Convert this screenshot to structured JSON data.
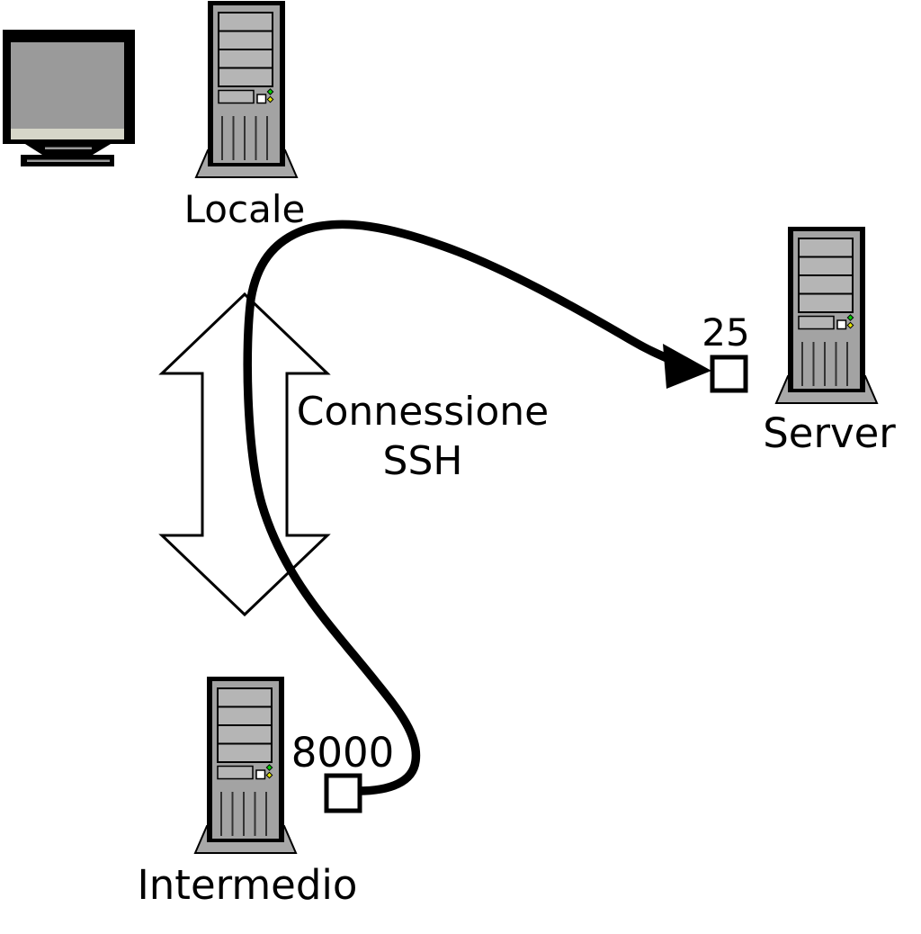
{
  "diagram": {
    "nodes": {
      "local": {
        "label": "Locale"
      },
      "server": {
        "label": "Server",
        "port": "25"
      },
      "intermediate": {
        "label": "Intermedio",
        "port": "8000"
      }
    },
    "connection": {
      "line1": "Connessione",
      "line2": "SSH"
    },
    "colors": {
      "outline": "#000000",
      "tower_body": "#a3a3a3",
      "tower_bay": "#b5b5b5",
      "tower_base": "#a8a8a8",
      "monitor_screen": "#9a9a9a",
      "monitor_trim": "#d6d6c9",
      "led_green": "#00cc00",
      "led_yellow": "#e6e600",
      "port_fill": "#ffffff",
      "arrow_fill": "#ffffff"
    }
  }
}
